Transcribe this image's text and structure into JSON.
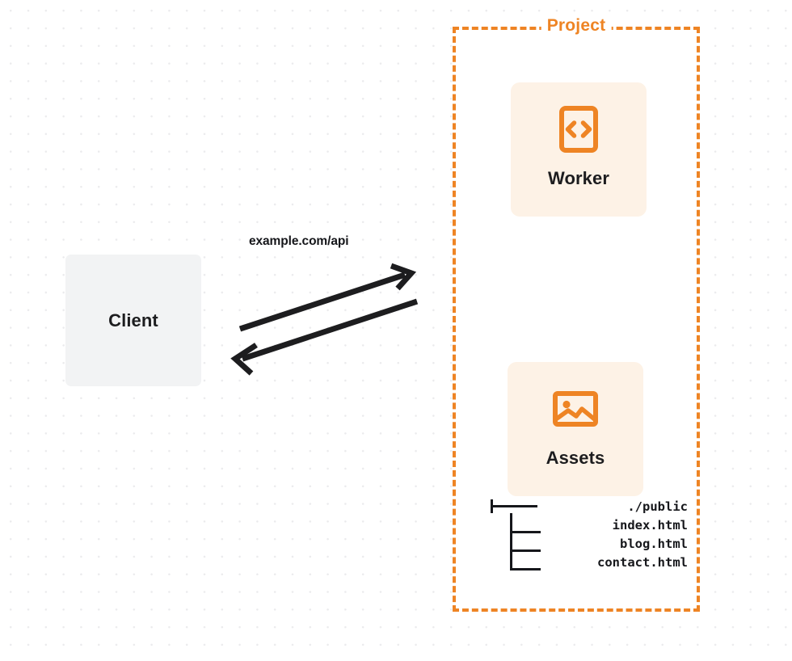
{
  "diagram": {
    "title": "Project",
    "background": {
      "dot_color": "#ebebed",
      "canvas_color": "#ffffff"
    },
    "accent_color": "#ee8424",
    "card_color": "#fdf2e6",
    "client_color": "#f2f3f4",
    "text_color": "#1d1d1f"
  },
  "client": {
    "label": "Client",
    "icon": "client-box"
  },
  "connection": {
    "label": "example.com/api",
    "request_arrow": "arrow-right",
    "response_arrow": "arrow-left",
    "stroke_color": "#1d1d1f"
  },
  "project": {
    "label": "Project",
    "border_style": "dashed",
    "border_color": "#ee8424",
    "nodes": [
      {
        "id": "worker",
        "label": "Worker",
        "icon": "code-brackets-icon",
        "icon_color": "#ee8424"
      },
      {
        "id": "assets",
        "label": "Assets",
        "icon": "image-photo-icon",
        "icon_color": "#ee8424"
      }
    ],
    "file_tree": [
      {
        "branch": "tee",
        "name": "./public"
      },
      {
        "branch": "pipe",
        "name": "index.html"
      },
      {
        "branch": "pipe",
        "name": "blog.html"
      },
      {
        "branch": "pipe",
        "name": "contact.html"
      }
    ]
  }
}
